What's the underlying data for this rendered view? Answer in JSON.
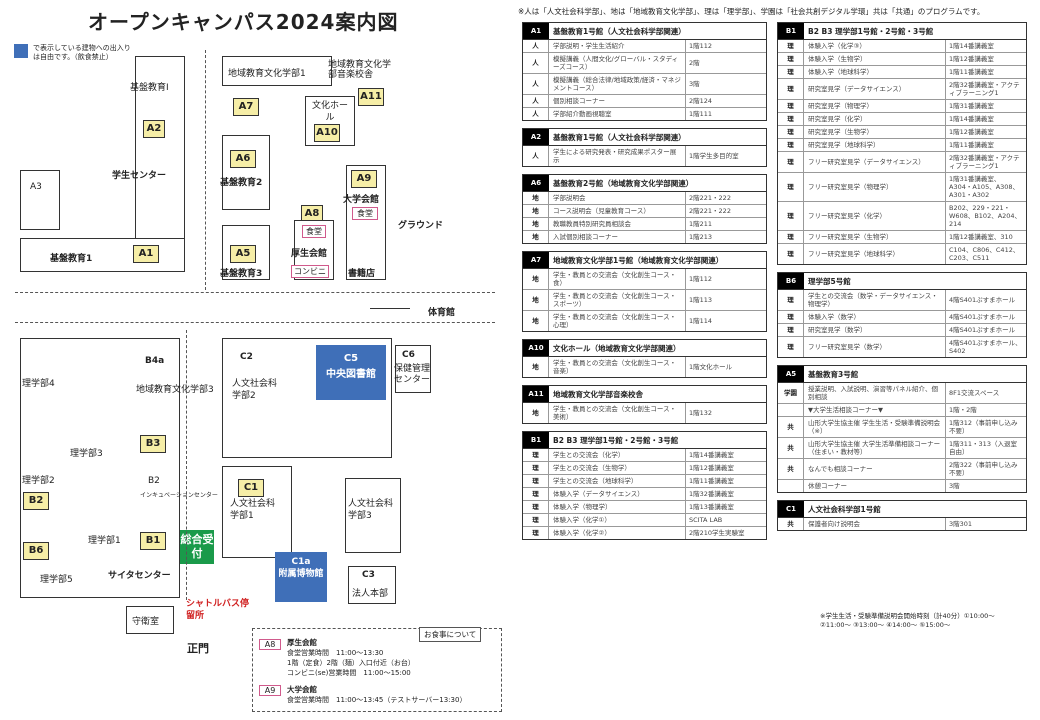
{
  "title": "オープンキャンパス2024案内図",
  "legend_text": "で表示している建物への出入りは自由です。（飲食禁止）",
  "note": "※人は「人文社会科学部」、地は「地域教育文化学部」、理は「理学部」、学園は「社会共創デジタル学環」共は「共通」のプログラムです。",
  "map": {
    "kiban_kyoiku": "基盤教育Ⅰ",
    "a2": "A2",
    "gakusei_center": "学生センター",
    "a3": "A3",
    "kiban1": "基盤教育1",
    "a1": "A1",
    "chiiki1": "地域教育文化学部1",
    "a7": "A7",
    "ongaku": "地域教育文化学部音楽校舎",
    "a11": "A11",
    "bunka": "文化ホール",
    "a10": "A10",
    "a6": "A6",
    "kiban2": "基盤教育2",
    "a9": "A9",
    "daigaku_kaikan": "大学会館",
    "shokudo": "食堂",
    "a8": "A8",
    "shokudo2": "食堂",
    "kosei": "厚生会館",
    "konbini": "コンビニ",
    "shoseki": "書籍店",
    "a5": "A5",
    "kiban3": "基盤教育3",
    "ground": "グラウンド",
    "taiikukan": "体育館",
    "rigaku4": "理学部4",
    "b4a": "B4a",
    "chiiki3": "地域教育文化学部3",
    "b3": "B3",
    "rigaku3": "理学部3",
    "rigaku2": "理学部2",
    "b2": "B2",
    "b2b": "B2",
    "incubation": "インキュベーションセンター",
    "b6": "B6",
    "rigaku1": "理学部1",
    "b1": "B1",
    "rigaku5": "理学部5",
    "science_center": "サイタセンター",
    "sogo": "総合受付",
    "c2": "C2",
    "jinbun2": "人文社会科学部2",
    "c5": "C5",
    "library": "中央図書館",
    "c6": "C6",
    "hoken": "保健管理センター",
    "c1": "C1",
    "jinbun1": "人文社会科学部1",
    "jinbun3": "人文社会科学部3",
    "c1a": "C1a",
    "museum": "附属博物館",
    "c3": "C3",
    "hojin": "法人本部",
    "shuttle": "シャトルバス停留所",
    "shueishitsu": "守衛室",
    "seimon": "正門"
  },
  "meal": {
    "heading": "お食事について",
    "a8_tag": "A8",
    "a8_name": "厚生会館",
    "a8_l1": "食堂営業時間　11:00〜13:30",
    "a8_l2": "1階（定食）2階（麺）入口付近（お台）",
    "a8_l3": "コンビニ(se)営業時間　11:00〜15:00",
    "a9_tag": "A9",
    "a9_name": "大学会館",
    "a9_l1": "食堂営業時間　11:00〜13:45（テストサーバー13:30）"
  },
  "tables_left": [
    {
      "tag": "A1",
      "title": "基盤教育1号館（人文社会科学部関連）",
      "rows": [
        [
          "人",
          "学部説明・学生生活紹介",
          "1階112"
        ],
        [
          "人",
          "模擬講義（人間文化/グローバル・スタディーズコース）",
          "2階"
        ],
        [
          "人",
          "模擬講義（総合法律/地域政策/経済・マネジメントコース）",
          "3階"
        ],
        [
          "人",
          "個別相談コーナー",
          "2階124"
        ],
        [
          "人",
          "学部紹介動画視聴室",
          "1階111"
        ]
      ]
    },
    {
      "tag": "A2",
      "title": "基盤教育1号館（人文社会科学部関連）",
      "rows": [
        [
          "人",
          "学生による研究発表・研究成果ポスター展示",
          "1階学生多目的室"
        ]
      ]
    },
    {
      "tag": "A6",
      "title": "基盤教育2号館（地域教育文化学部関連）",
      "rows": [
        [
          "地",
          "学部説明会",
          "2階221・222"
        ],
        [
          "地",
          "コース説明会（児童教育コース）",
          "2階221・222"
        ],
        [
          "地",
          "教職教員特別研究員相談会",
          "1階211"
        ],
        [
          "地",
          "入試個別相談コーナー",
          "1階213"
        ]
      ]
    },
    {
      "tag": "A7",
      "title": "地域教育文化学部1号館（地域教育文化学部関連）",
      "rows": [
        [
          "地",
          "学生・教員との交流会（文化創生コース・食）",
          "1階112"
        ],
        [
          "地",
          "学生・教員との交流会（文化創生コース・スポーツ）",
          "1階113"
        ],
        [
          "地",
          "学生・教員との交流会（文化創生コース・心理）",
          "1階114"
        ]
      ]
    },
    {
      "tag": "A10",
      "title": "文化ホール（地域教育文化学部関連）",
      "rows": [
        [
          "地",
          "学生・教員との交流会（文化創生コース・音楽）",
          "1階文化ホール"
        ]
      ]
    },
    {
      "tag": "A11",
      "title": "地域教育文化学部音楽校舎",
      "rows": [
        [
          "地",
          "学生・教員との交流会（文化創生コース・美術）",
          "1階132"
        ]
      ]
    },
    {
      "tag": "B1",
      "title": "B2 B3 理学部1号館・2号館・3号館",
      "rows": [
        [
          "理",
          "学生との交流会（化学）",
          "1階14番講義室"
        ],
        [
          "理",
          "学生との交流会（生物学）",
          "1階12番講義室"
        ],
        [
          "理",
          "学生との交流会（地球科学）",
          "1階11番講義室"
        ],
        [
          "理",
          "体験入学（データサイエンス）",
          "1階32番講義室"
        ],
        [
          "理",
          "体験入学（物理学）",
          "1階13番講義室"
        ],
        [
          "理",
          "体験入学（化学①）",
          "SCITA LAB"
        ],
        [
          "理",
          "体験入学（化学②）",
          "2階210学生実験室"
        ]
      ]
    }
  ],
  "tables_right": [
    {
      "tag": "B1",
      "title": "B2 B3 理学部1号館・2号館・3号館",
      "rows": [
        [
          "理",
          "体験入学（化学③）",
          "1階14番講義室"
        ],
        [
          "理",
          "体験入学（生物学）",
          "1階12番講義室"
        ],
        [
          "理",
          "体験入学（地球科学）",
          "1階11番講義室"
        ],
        [
          "理",
          "研究室見学（データサイエンス）",
          "2階32番講義室・アクティブラーニング1"
        ],
        [
          "理",
          "研究室見学（物理学）",
          "1階31番講義室"
        ],
        [
          "理",
          "研究室見学（化学）",
          "1階14番講義室"
        ],
        [
          "理",
          "研究室見学（生物学）",
          "1階12番講義室"
        ],
        [
          "理",
          "研究室見学（地球科学）",
          "1階11番講義室"
        ],
        [
          "理",
          "フリー研究室見学（データサイエンス）",
          "2階32番講義室・アクティブラーニング1"
        ],
        [
          "理",
          "フリー研究室見学（物理学）",
          "1階31番講義室、A304・A105、A308、A301・A302"
        ],
        [
          "理",
          "フリー研究室見学（化学）",
          "B202、229・221・W608、B102、A204、214"
        ],
        [
          "理",
          "フリー研究室見学（生物学）",
          "1階12番講義室、310"
        ],
        [
          "理",
          "フリー研究室見学（地球科学）",
          "C104、C806、C412、C203、C511"
        ]
      ]
    },
    {
      "tag": "B6",
      "title": "理学部5号館",
      "rows": [
        [
          "理",
          "学生との交流会（数学・データサイエンス・物理学）",
          "4階S401ぷすまホール"
        ],
        [
          "理",
          "体験入学（数学）",
          "4階S401ぷすまホール"
        ],
        [
          "理",
          "研究室見学（数学）",
          "4階S401ぷすまホール"
        ],
        [
          "理",
          "フリー研究室見学（数学）",
          "4階S401ぷすまホール、S402"
        ]
      ]
    },
    {
      "tag": "A5",
      "title": "基盤教育3号館",
      "rows": [
        [
          "学園",
          "授業説明、入試説明、演習等パネル紹介、個別相談",
          "8F1交流スペース"
        ],
        [
          "",
          "▼大学生活相談コーナー▼",
          "1階・2階"
        ],
        [
          "共",
          "山形大学生協主催 学生生活・受験準備説明会（※）",
          "1階312（事前申し込み不要）"
        ],
        [
          "共",
          "山形大学生協主催 大学生活準備相談コーナー（住まい・教材等）",
          "1階311・313（入退室自由）"
        ],
        [
          "共",
          "なんでも相談コーナー",
          "2階322（事前申し込み不要）"
        ],
        [
          "",
          "休憩コーナー",
          "3階"
        ]
      ]
    },
    {
      "tag": "C1",
      "title": "人文社会科学部1号館",
      "rows": [
        [
          "共",
          "保護者向け説明会",
          "3階301"
        ]
      ]
    }
  ],
  "footnote": "※学生生活・受験準備説明会開始時刻（計40分）①10:00〜 ②11:00〜 ③13:00〜 ④14:00〜 ⑤15:00〜"
}
